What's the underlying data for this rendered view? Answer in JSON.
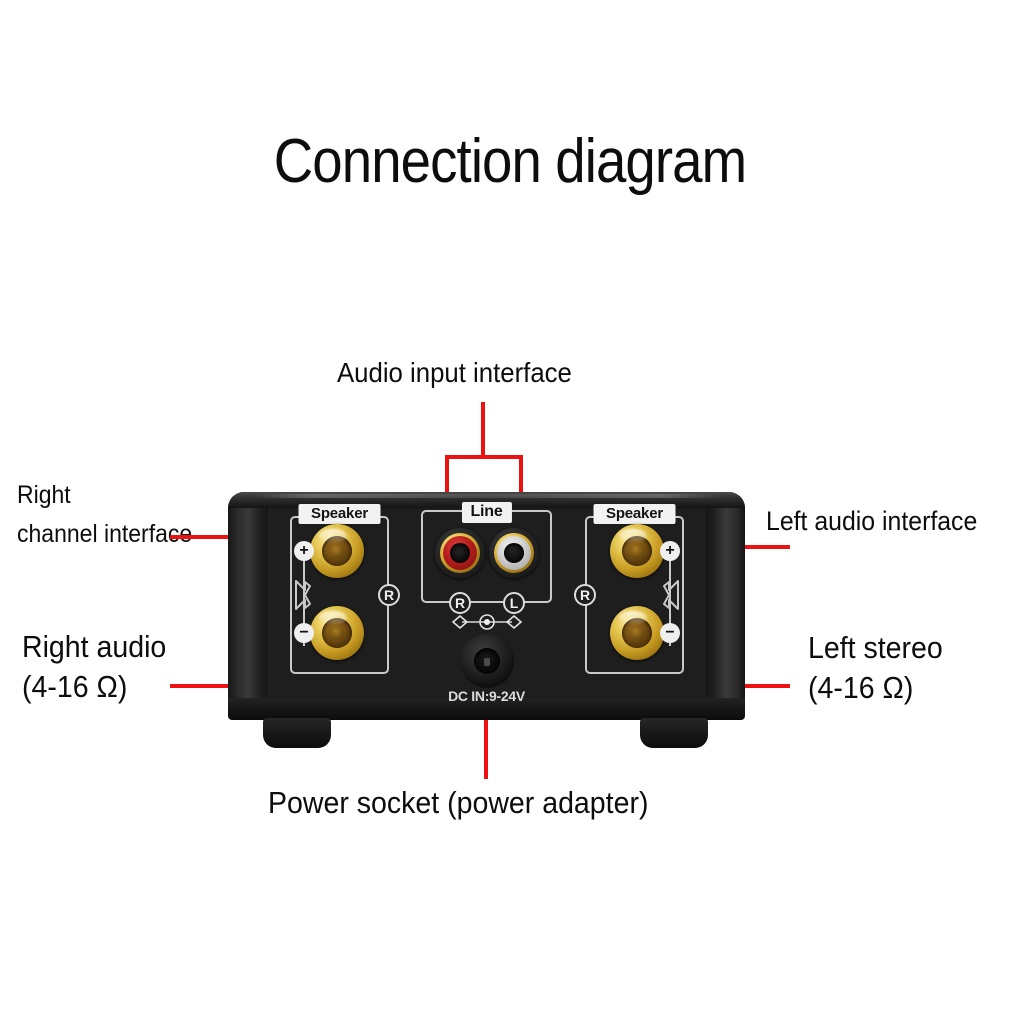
{
  "page": {
    "title": "Connection diagram",
    "background_color": "#ffffff",
    "leader_line_color": "#ee1111"
  },
  "callouts": {
    "audio_input": "Audio input interface",
    "right_channel_line1": "Right",
    "right_channel_line2": "channel interface",
    "right_audio_line1": "Right audio",
    "right_audio_line2": "(4-16 Ω)",
    "left_audio": "Left audio interface",
    "left_stereo_line1": "Left stereo",
    "left_stereo_line2": "(4-16 Ω)",
    "power_socket": "Power socket (power adapter)"
  },
  "device": {
    "chassis_color": "#141414",
    "panel_color": "#1e1e1e",
    "speaker_left": {
      "tag": "Speaker",
      "plus": "+",
      "minus": "−",
      "channel": "R"
    },
    "speaker_right": {
      "tag": "Speaker",
      "plus": "+",
      "minus": "−",
      "channel": "R"
    },
    "line_block": {
      "tag": "Line",
      "right_label": "R",
      "left_label": "L",
      "right_jack_color": "#b51d1d",
      "left_jack_color": "#cfcfcf",
      "jack_ring_color": "#cfa32c"
    },
    "power": {
      "dc_text": "DC IN:9-24V"
    }
  }
}
